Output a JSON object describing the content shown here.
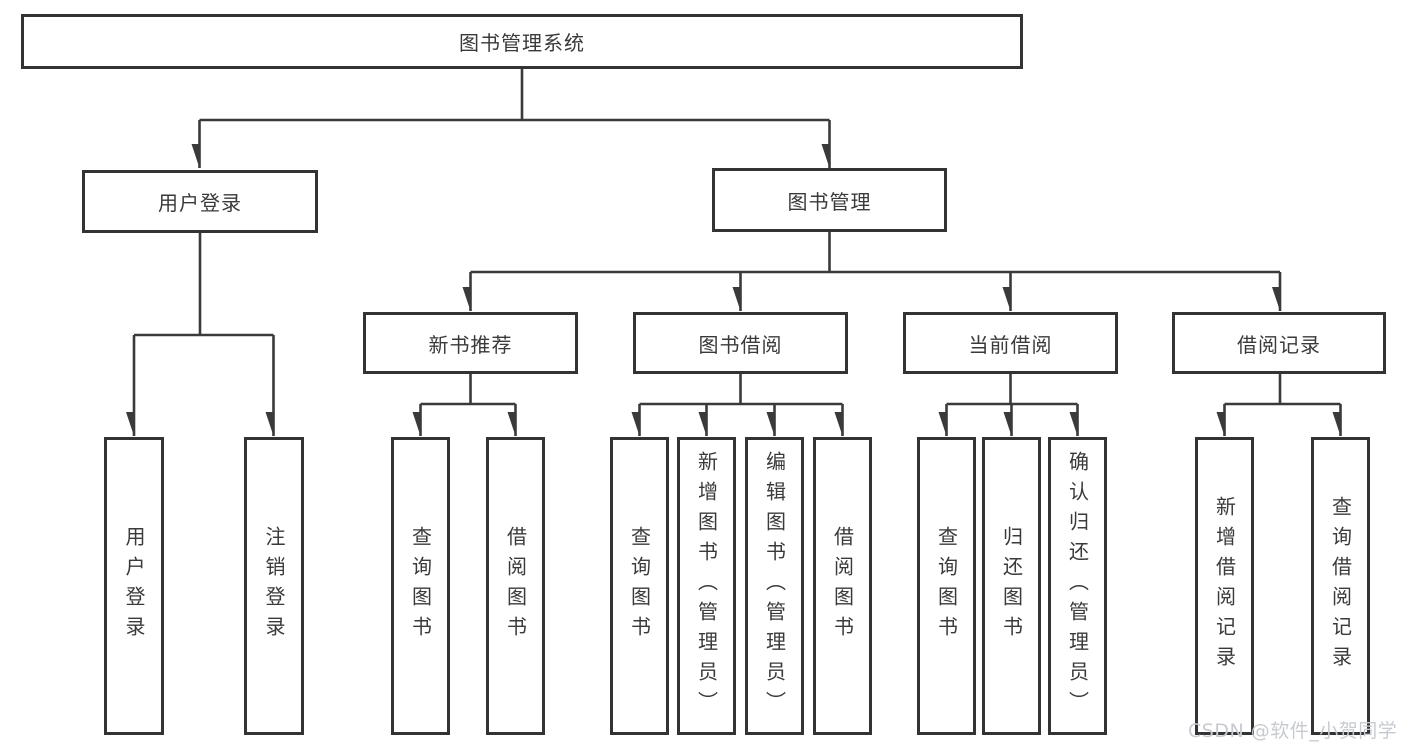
{
  "diagram": {
    "root": "图书管理系统",
    "branches": [
      {
        "label": "用户登录",
        "leaves": [
          "用户登录",
          "注销登录"
        ]
      },
      {
        "label": "图书管理",
        "groups": [
          {
            "label": "新书推荐",
            "leaves": [
              "查询图书",
              "借阅图书"
            ]
          },
          {
            "label": "图书借阅",
            "leaves": [
              "查询图书",
              "新增图书（管理员）",
              "编辑图书（管理员）",
              "借阅图书"
            ]
          },
          {
            "label": "当前借阅",
            "leaves": [
              "查询图书",
              "归还图书",
              "确认归还（管理员）"
            ]
          },
          {
            "label": "借阅记录",
            "leaves": [
              "新增借阅记录",
              "查询借阅记录"
            ]
          }
        ]
      }
    ]
  },
  "watermark": "CSDN @软件_小贺同学",
  "colors": {
    "line": "#3a3a3a",
    "box_border": "#333333",
    "text": "#3a3a3a",
    "watermark": "#c7cbd1",
    "background": "#ffffff"
  }
}
